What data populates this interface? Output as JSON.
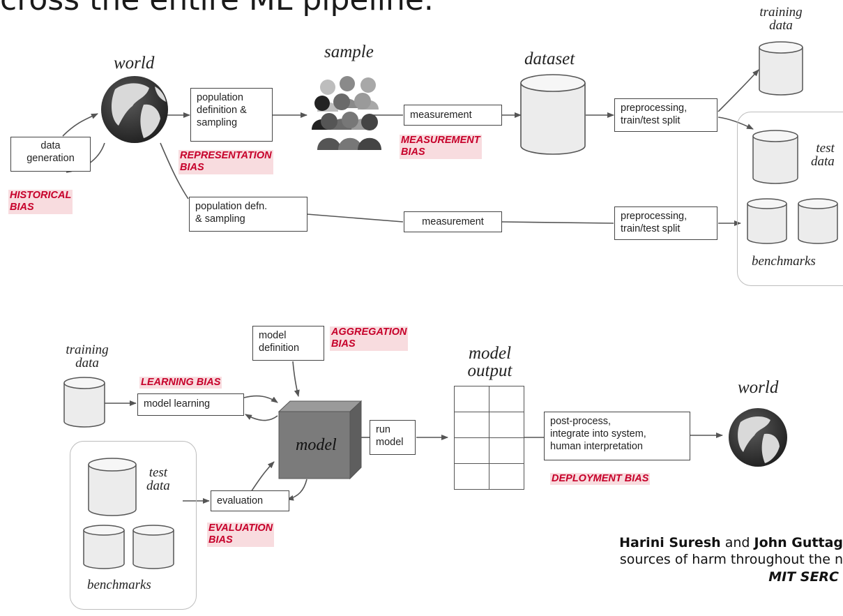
{
  "header": {
    "partial_title": "cross the entire ML pipeline."
  },
  "top": {
    "world_label": "world",
    "sample_label": "sample",
    "dataset_label": "dataset",
    "training_data_label": "training\ndata",
    "test_data_label": "test\ndata",
    "benchmarks_label": "benchmarks",
    "boxes": {
      "data_generation": "data\ngeneration",
      "population_definition": "population\ndefinition &\nsampling",
      "measurement_1": "measurement",
      "preprocessing_1": "preprocessing,\ntrain/test split",
      "population_defn": "population defn.\n& sampling",
      "measurement_2": "measurement",
      "preprocessing_2": "preprocessing,\ntrain/test split"
    },
    "biases": {
      "historical": "HISTORICAL\nBIAS",
      "representation": "REPRESENTATION\nBIAS",
      "measurement": "MEASUREMENT\nBIAS"
    }
  },
  "bottom": {
    "training_data_label": "training\ndata",
    "test_data_label": "test\ndata",
    "benchmarks_label": "benchmarks",
    "model_output_label": "model\noutput",
    "world_label": "world",
    "model_label": "model",
    "boxes": {
      "model_definition": "model\ndefinition",
      "model_learning": "model learning",
      "run_model": "run\nmodel",
      "evaluation": "evaluation",
      "post_process": "post-process,\nintegrate into system,\nhuman interpretation"
    },
    "biases": {
      "aggregation": "AGGREGATION\nBIAS",
      "learning": "LEARNING BIAS",
      "evaluation": "EVALUATION\nBIAS",
      "deployment": "DEPLOYMENT BIAS"
    }
  },
  "credit": {
    "author1": "Harini Suresh",
    "conjunction": "and",
    "author2": "John Guttag",
    "subtitle": "sources of harm throughout the n",
    "org": "MIT SERC"
  },
  "colors": {
    "bias_text": "#c6002a",
    "bias_highlight": "#f2c3c8",
    "box_border": "#444444",
    "cylinder_fill": "#eeeeee",
    "model_fill": "#777777"
  }
}
